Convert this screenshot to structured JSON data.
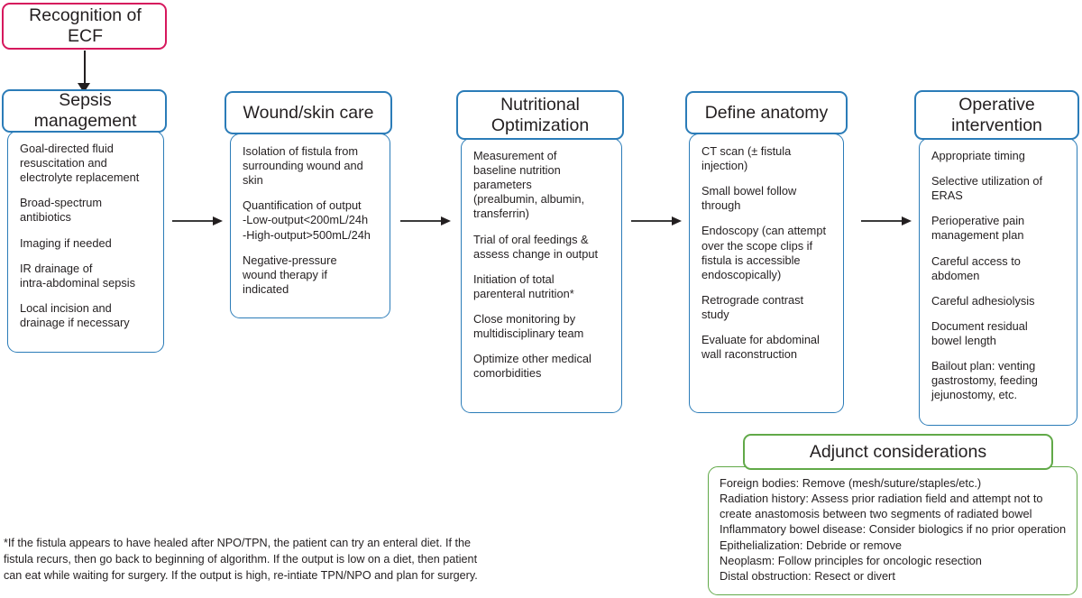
{
  "diagram": {
    "title": "Enterocutaneous fistula (ECF) management algorithm",
    "colors": {
      "primary_blue": "#2b7cb8",
      "accent_pink": "#d6185d",
      "accent_green": "#61a948",
      "arrow": "#231f20",
      "text": "#231f20",
      "background": "#ffffff"
    }
  },
  "start": {
    "label": "Recognition of ECF"
  },
  "columns": [
    {
      "id": "sepsis-management",
      "header": "Sepsis management",
      "items": [
        "Goal-directed fluid\nresuscitation and\nelectrolyte replacement",
        "Broad-spectrum\nantibiotics",
        "Imaging if needed",
        "IR drainage of\nintra-abdominal sepsis",
        "Local incision and\ndrainage if necessary"
      ]
    },
    {
      "id": "wound-skin-care",
      "header": "Wound/skin care",
      "items": [
        "Isolation of fistula from\nsurrounding wound and\nskin",
        "Quantification of output\n -Low-output<200mL/24h\n -High-output>500mL/24h",
        "Negative-pressure\nwound therapy if\nindicated"
      ]
    },
    {
      "id": "nutritional-optimization",
      "header": "Nutritional\nOptimization",
      "items": [
        "Measurement of\nbaseline nutrition\nparameters\n(prealbumin, albumin,\ntransferrin)",
        "Trial of oral feedings &\nassess change in output",
        "Initiation of total\nparenteral nutrition*",
        "Close monitoring by\nmultidisciplinary team",
        "Optimize other medical\ncomorbidities"
      ]
    },
    {
      "id": "define-anatomy",
      "header": "Define anatomy",
      "items": [
        "CT scan (± fistula\ninjection)",
        "Small bowel follow\nthrough",
        "Endoscopy (can attempt\nover the scope clips if\nfistula is accessible\nendoscopically)",
        "Retrograde contrast\nstudy",
        "Evaluate for abdominal\nwall raconstruction"
      ]
    },
    {
      "id": "operative-intervention",
      "header": "Operative\nintervention",
      "items": [
        "Appropriate timing",
        "Selective utilization of\nERAS",
        "Perioperative pain\nmanagement plan",
        "Careful access to\nabdomen",
        "Careful adhesiolysis",
        "Document residual\nbowel length",
        "Bailout plan: venting\ngastrostomy, feeding\njejunostomy, etc."
      ]
    }
  ],
  "adjunct": {
    "header": "Adjunct considerations",
    "items": [
      "Foreign bodies: Remove (mesh/suture/staples/etc.)",
      "Radiation history: Assess prior radiation field and attempt not to\ncreate anastomosis between two segments of radiated bowel",
      "Inflammatory bowel disease: Consider biologics if no prior operation",
      "Epithelialization: Debride or remove",
      "Neoplasm: Follow principles for oncologic resection",
      "Distal obstruction: Resect or divert"
    ]
  },
  "footnote": {
    "text": "*If the fistula appears to have healed after NPO/TPN, the patient can try an enteral diet. If the\nfistula recurs, then go back to beginning of algorithm. If the output is low on a diet, then patient\ncan eat while waiting for surgery. If the output is high, re-intiate TPN/NPO and plan for surgery."
  }
}
